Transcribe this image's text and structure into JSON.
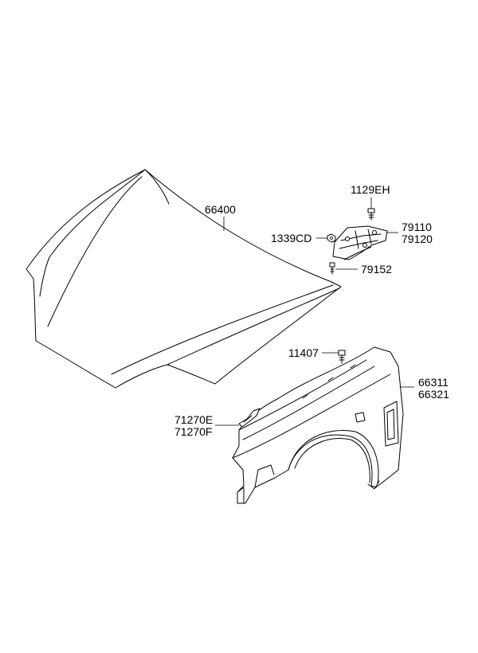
{
  "callouts": {
    "hood": "66400",
    "hood_bolt": "1129EH",
    "hinge_pair_top": "79110",
    "hinge_pair_bottom": "79120",
    "hinge_nut": "1339CD",
    "hinge_bolt": "79152",
    "fender_bolt": "11407",
    "fender_pair_top": "66311",
    "fender_pair_bottom": "66321",
    "bracket_pair_top": "71270E",
    "bracket_pair_bottom": "71270F"
  }
}
